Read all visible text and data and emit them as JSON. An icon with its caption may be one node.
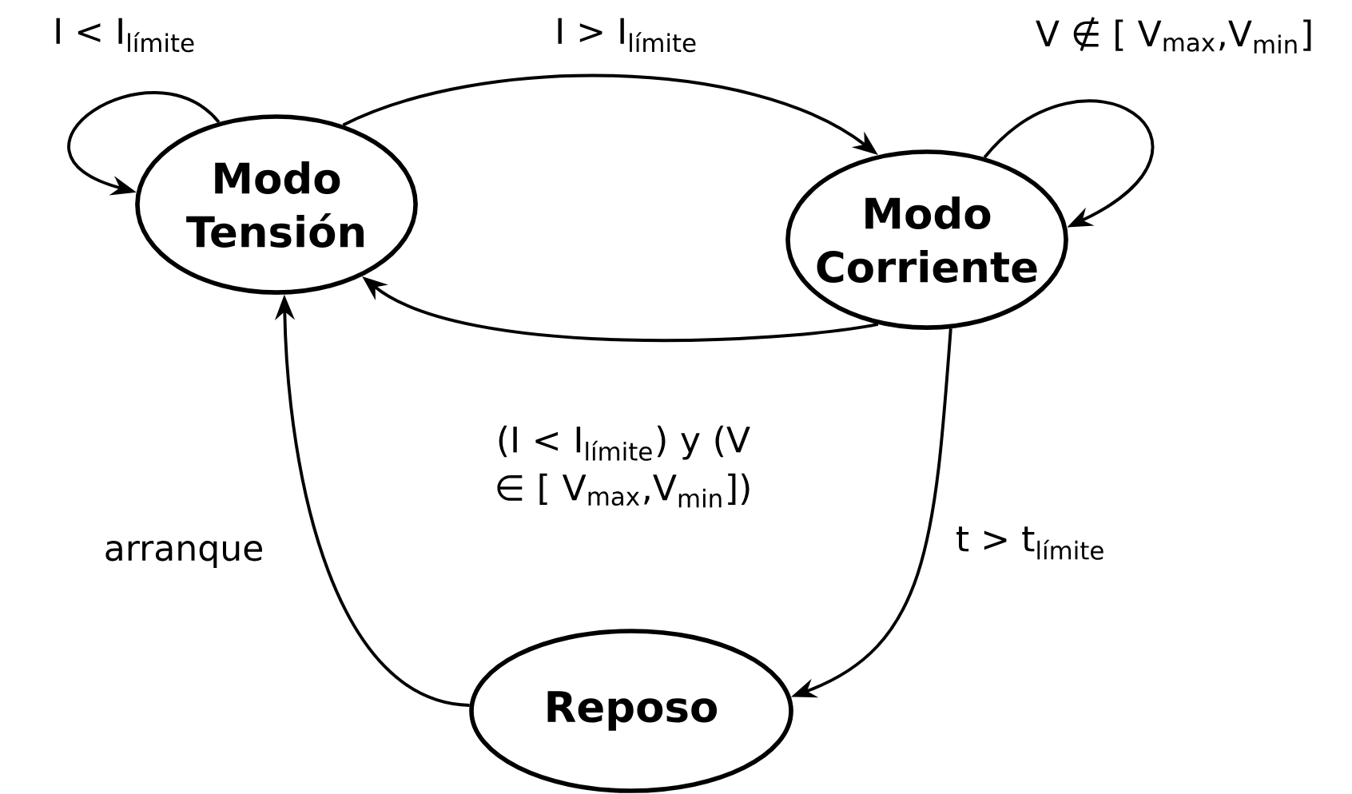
{
  "diagram": {
    "nodes": [
      {
        "text": [
          "Modo Tensión"
        ]
      },
      {
        "text": [
          "Modo Corriente"
        ]
      },
      {
        "text": [
          "Reposo"
        ]
      }
    ],
    "edges": [
      {
        "from": 0,
        "to": 0,
        "arrow": "to",
        "label": "I < I$_{límite}$"
      },
      {
        "from": 0,
        "to": 1,
        "arrow": "to",
        "label": "I > I$_{límite}$"
      },
      {
        "from": 1,
        "to": 1,
        "arrow": "to",
        "label": "V ∉ [ V$_{max}$,V$_{min}$]"
      },
      {
        "from": 1,
        "to": 0,
        "arrow": "to",
        "label": "(I < I$_{límite}$) y (V ∈ [ V$_{max}$,V$_{min}$])"
      },
      {
        "from": 1,
        "to": 2,
        "arrow": "to",
        "label": "t > t$_{límite}$"
      },
      {
        "from": 2,
        "to": 0,
        "arrow": "to",
        "label": "arranque"
      }
    ]
  }
}
